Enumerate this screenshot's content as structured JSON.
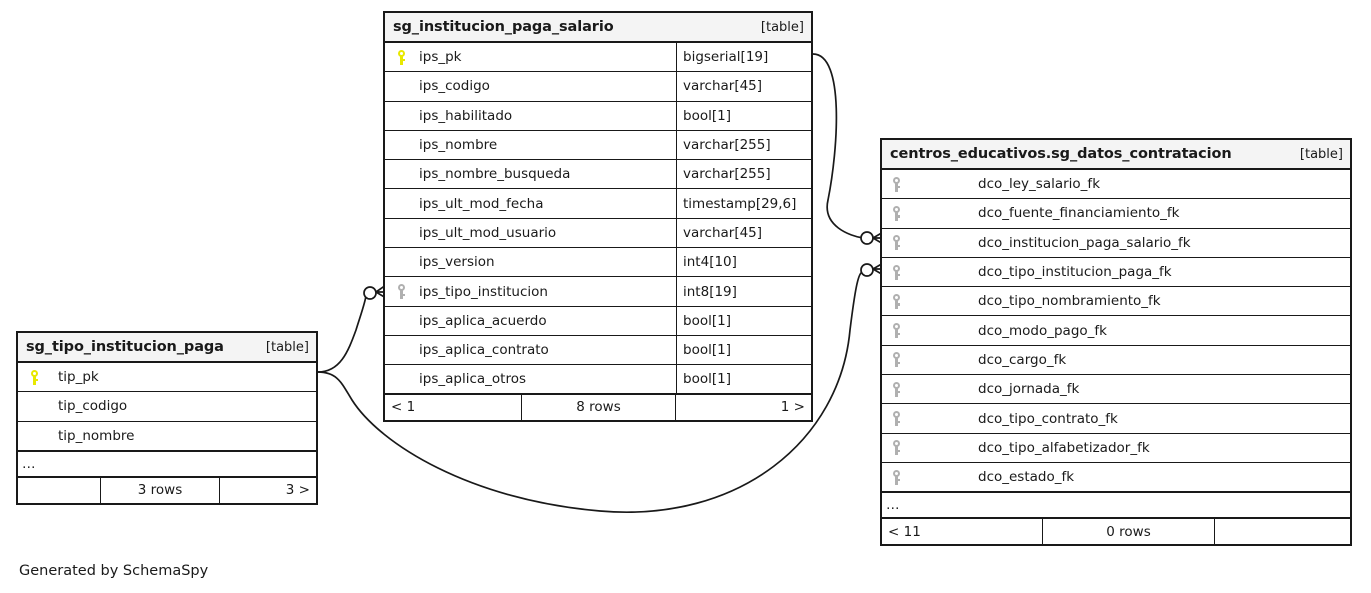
{
  "diagram": {
    "generator_note": "Generated by SchemaSpy",
    "table_tag": "[table]",
    "ellipsis": "…"
  },
  "tables": {
    "main": {
      "name": "sg_institucion_paga_salario",
      "tag": "[table]",
      "columns": [
        {
          "key": "pk",
          "name": "ips_pk",
          "type": "bigserial[19]"
        },
        {
          "key": "none",
          "name": "ips_codigo",
          "type": "varchar[45]"
        },
        {
          "key": "none",
          "name": "ips_habilitado",
          "type": "bool[1]"
        },
        {
          "key": "none",
          "name": "ips_nombre",
          "type": "varchar[255]"
        },
        {
          "key": "none",
          "name": "ips_nombre_busqueda",
          "type": "varchar[255]"
        },
        {
          "key": "none",
          "name": "ips_ult_mod_fecha",
          "type": "timestamp[29,6]"
        },
        {
          "key": "none",
          "name": "ips_ult_mod_usuario",
          "type": "varchar[45]"
        },
        {
          "key": "none",
          "name": "ips_version",
          "type": "int4[10]"
        },
        {
          "key": "fk",
          "name": "ips_tipo_institucion",
          "type": "int8[19]"
        },
        {
          "key": "none",
          "name": "ips_aplica_acuerdo",
          "type": "bool[1]"
        },
        {
          "key": "none",
          "name": "ips_aplica_contrato",
          "type": "bool[1]"
        },
        {
          "key": "none",
          "name": "ips_aplica_otros",
          "type": "bool[1]"
        }
      ],
      "footer": {
        "left": "< 1",
        "mid": "8 rows",
        "right": "1 >"
      }
    },
    "left": {
      "name": "sg_tipo_institucion_paga",
      "tag": "[table]",
      "columns": [
        {
          "key": "pk",
          "name": "tip_pk",
          "type": ""
        },
        {
          "key": "none",
          "name": "tip_codigo",
          "type": ""
        },
        {
          "key": "none",
          "name": "tip_nombre",
          "type": ""
        }
      ],
      "more": "…",
      "footer": {
        "left": "",
        "mid": "3 rows",
        "right": "3 >"
      }
    },
    "right": {
      "name": "centros_educativos.sg_datos_contratacion",
      "tag": "[table]",
      "columns": [
        {
          "key": "fk",
          "name": "dco_ley_salario_fk",
          "type": ""
        },
        {
          "key": "fk",
          "name": "dco_fuente_financiamiento_fk",
          "type": ""
        },
        {
          "key": "fk",
          "name": "dco_institucion_paga_salario_fk",
          "type": ""
        },
        {
          "key": "fk",
          "name": "dco_tipo_institucion_paga_fk",
          "type": ""
        },
        {
          "key": "fk",
          "name": "dco_tipo_nombramiento_fk",
          "type": ""
        },
        {
          "key": "fk",
          "name": "dco_modo_pago_fk",
          "type": ""
        },
        {
          "key": "fk",
          "name": "dco_cargo_fk",
          "type": ""
        },
        {
          "key": "fk",
          "name": "dco_jornada_fk",
          "type": ""
        },
        {
          "key": "fk",
          "name": "dco_tipo_contrato_fk",
          "type": ""
        },
        {
          "key": "fk",
          "name": "dco_tipo_alfabetizador_fk",
          "type": ""
        },
        {
          "key": "fk",
          "name": "dco_estado_fk",
          "type": ""
        }
      ],
      "more": "…",
      "footer": {
        "left": "< 11",
        "mid": "0 rows",
        "right": ""
      }
    }
  },
  "relationships": [
    {
      "name": "main-pk-to-right-institucion-paga-salario",
      "from": "sg_institucion_paga_salario.ips_pk",
      "to": "centros_educativos.sg_datos_contratacion.dco_institucion_paga_salario_fk"
    },
    {
      "name": "left-pk-to-main-tipo-institucion",
      "from": "sg_tipo_institucion_paga.tip_pk",
      "to": "sg_institucion_paga_salario.ips_tipo_institucion"
    },
    {
      "name": "left-pk-to-right-tipo-institucion-paga",
      "from": "sg_tipo_institucion_paga.tip_pk",
      "to": "centros_educativos.sg_datos_contratacion.dco_tipo_institucion_paga_fk"
    }
  ],
  "colors": {
    "pk_key": "#e8e800",
    "fk_key": "#b0b0b0",
    "border": "#191919",
    "header_bg": "#f4f4f4",
    "background": "#ffffff"
  }
}
